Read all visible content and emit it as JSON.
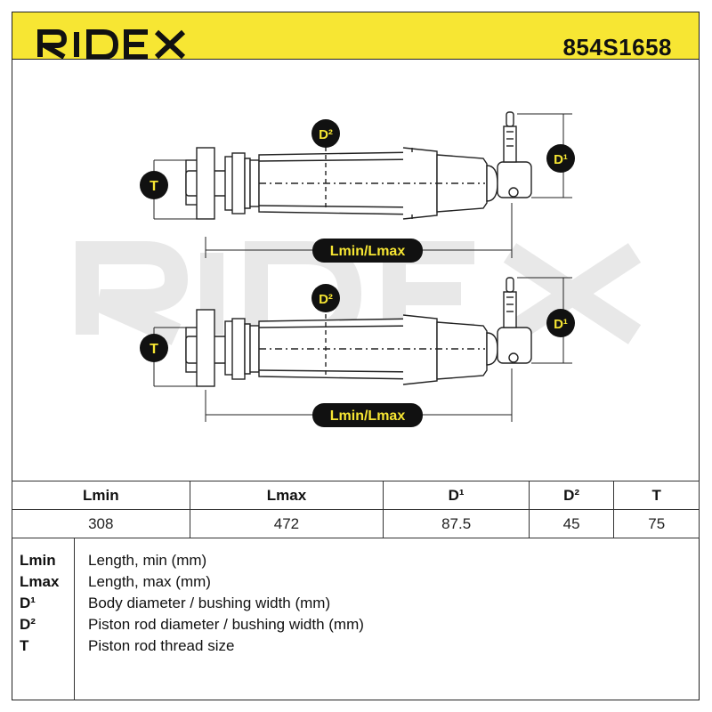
{
  "header": {
    "brand": "RIDEX",
    "part_number": "854S1658",
    "background_color": "#f7e633"
  },
  "diagram": {
    "watermark": "RIDEX",
    "labels": {
      "t": "T",
      "d1": "D¹",
      "d2": "D²",
      "length": "Lmin/Lmax"
    },
    "accent_color": "#f7e633"
  },
  "table": {
    "headers": [
      "Lmin",
      "Lmax",
      "D¹",
      "D²",
      "T"
    ],
    "values": [
      "308",
      "472",
      "87.5",
      "45",
      "75"
    ]
  },
  "legend": [
    {
      "key": "Lmin",
      "desc": "Length, min (mm)"
    },
    {
      "key": "Lmax",
      "desc": "Length, max (mm)"
    },
    {
      "key": "D¹",
      "desc": "Body diameter / bushing width (mm)"
    },
    {
      "key": "D²",
      "desc": "Piston rod diameter / bushing width (mm)"
    },
    {
      "key": "T",
      "desc": "Piston rod thread size"
    }
  ]
}
